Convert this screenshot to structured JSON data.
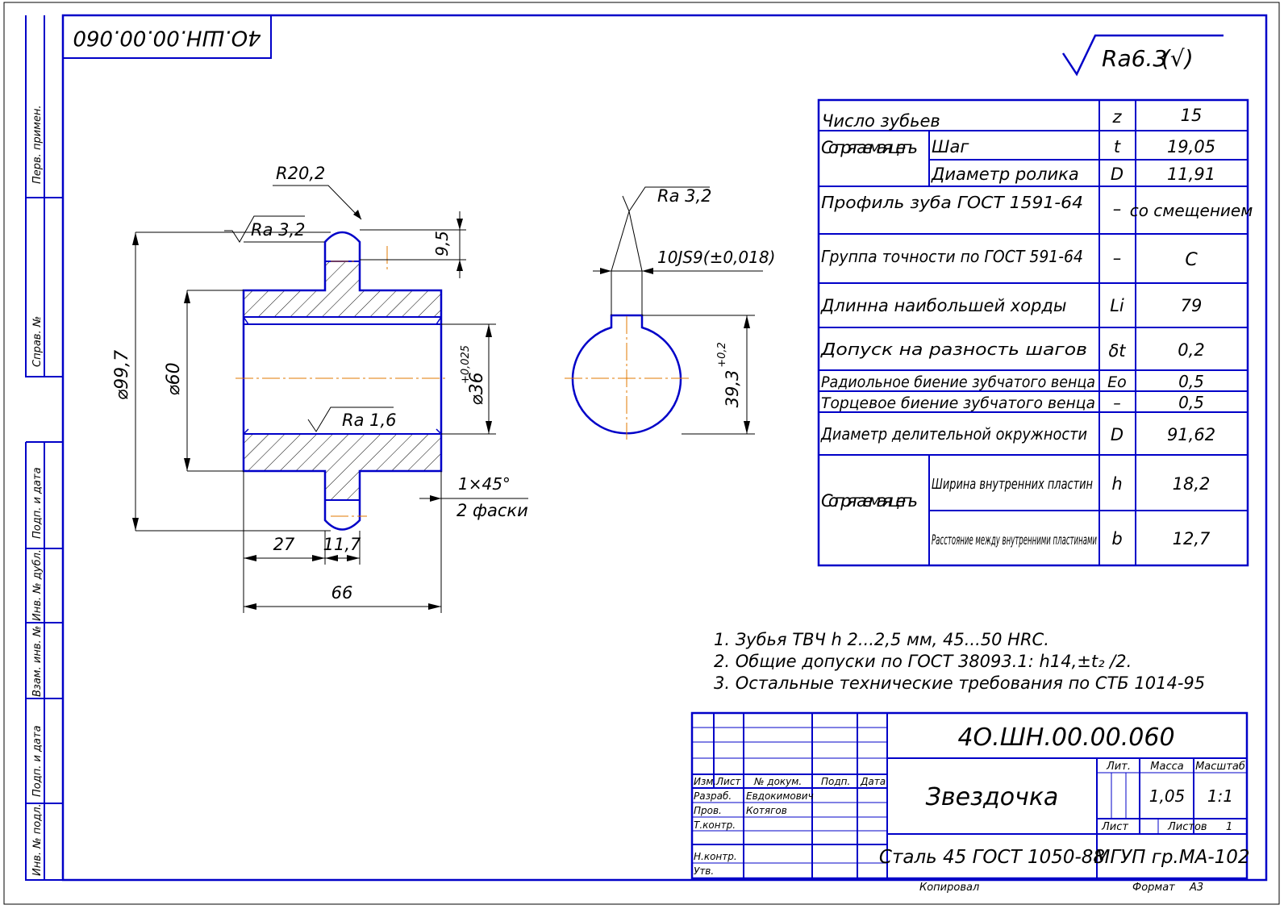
{
  "colors": {
    "frame": "#0000c8",
    "lines": "#000000",
    "axis": "#e07a00",
    "hatch": "#000000",
    "background": "#ffffff"
  },
  "corner_code": "4О.ШН.00.00.060",
  "roughness_general": {
    "value": "Ra6.3",
    "suffix": "(√)"
  },
  "side_strip": {
    "top": [
      "Перв. примен.",
      "Справ. №"
    ],
    "bottom": [
      "Подп. и дата",
      "Инв. № дубл.",
      "Взам. инв. №",
      "Подп. и дата",
      "Инв. № подл."
    ]
  },
  "drawing": {
    "dims": {
      "r_profile": "R20,2",
      "rough_tooth": "Ra 3,2",
      "tooth_width": "9,5",
      "d_outer": "⌀99,7",
      "d_hub": "⌀60",
      "d_bore": "⌀36",
      "d_bore_tol": "+0,025",
      "rough_bore": "Ra 1,6",
      "chamfer": "1×45°",
      "chamfer_note": "2 фаски",
      "len_hub": "27",
      "len_tooth": "11,7",
      "len_total": "66",
      "keyway_rough": "Ra 3,2",
      "keyway_width": "10JS9(±0,018)",
      "keyway_depth": "39,3",
      "keyway_depth_tol": "+0,2"
    }
  },
  "params_table": {
    "rows": [
      {
        "label": "Число зубьев",
        "sub": "",
        "sym": "z",
        "val": "15"
      },
      {
        "label": "Сопрягаемая цепь",
        "sub": "Шаг",
        "sym": "t",
        "val": "19,05"
      },
      {
        "label": "",
        "sub": "Диаметр ролика",
        "sym": "D",
        "val": "11,91"
      },
      {
        "label": "Профиль зуба ГОСТ 1591-64",
        "sub": "",
        "sym": "–",
        "val": "со смещением"
      },
      {
        "label": "Группа точности по ГОСТ 591-64",
        "sub": "",
        "sym": "–",
        "val": "C"
      },
      {
        "label": "Длинна наибольшей хорды",
        "sub": "",
        "sym": "Li",
        "val": "79"
      },
      {
        "label": "Допуск на разность шагов",
        "sub": "",
        "sym": "δt",
        "val": "0,2"
      },
      {
        "label": "Радиольное биение зубчатого венца",
        "sub": "",
        "sym": "Eo",
        "val": "0,5"
      },
      {
        "label": "Торцевое биение зубчатого венца",
        "sub": "",
        "sym": "–",
        "val": "0,5"
      },
      {
        "label": "Диаметр делительной окружности",
        "sub": "",
        "sym": "D",
        "val": "91,62"
      },
      {
        "label": "Сопрягаемая цепь",
        "sub": "Ширина внутренних пластин",
        "sym": "h",
        "val": "18,2"
      },
      {
        "label": "",
        "sub": "Расстояние между внутренними пластинами",
        "sym": "b",
        "val": "12,7"
      }
    ]
  },
  "notes": [
    "1. Зубья ТВЧ h 2...2,5 мм, 45...50 HRC.",
    "2. Общие допуски по ГОСТ 38093.1: h14,±t₂ /2.",
    "3. Остальные технические требования по СТБ 1014-95"
  ],
  "title_block": {
    "code": "4О.ШН.00.00.060",
    "name": "Звездочка",
    "material": "Сталь 45 ГОСТ 1050-88",
    "org": "МГУП гр.МА-102",
    "hdr_izm": "Изм.",
    "hdr_list": "Лист",
    "hdr_doc": "№ докум.",
    "hdr_sign": "Подп.",
    "hdr_date": "Дата",
    "razrab": "Разраб.",
    "razrab_name": "Евдокимович",
    "prov": "Пров.",
    "prov_name": "Котягов",
    "tkontr": "Т.контр.",
    "nkontr": "Н.контр.",
    "utv": "Утв.",
    "lit": "Лит.",
    "massa": "Масса",
    "massa_val": "1,05",
    "scale": "Масштаб",
    "scale_val": "1:1",
    "list": "Лист",
    "listov": "Листов",
    "listov_val": "1",
    "kopiroval": "Копировал",
    "format": "Формат",
    "format_val": "А3"
  }
}
